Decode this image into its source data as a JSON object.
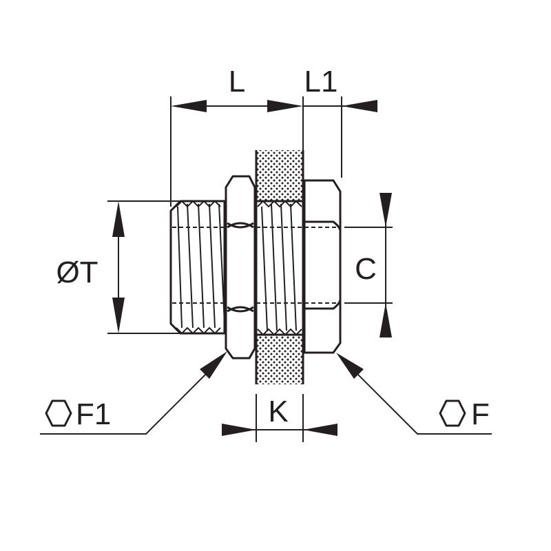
{
  "labels": {
    "L": "L",
    "L1": "L1",
    "diameter_T": "ØT",
    "C": "C",
    "K": "K",
    "F1": "F1",
    "F": "F"
  },
  "icons": {
    "hex_f1": "hexagon-icon",
    "hex_f": "hexagon-icon"
  },
  "colors": {
    "line": "#231f20",
    "background": "#ffffff"
  }
}
